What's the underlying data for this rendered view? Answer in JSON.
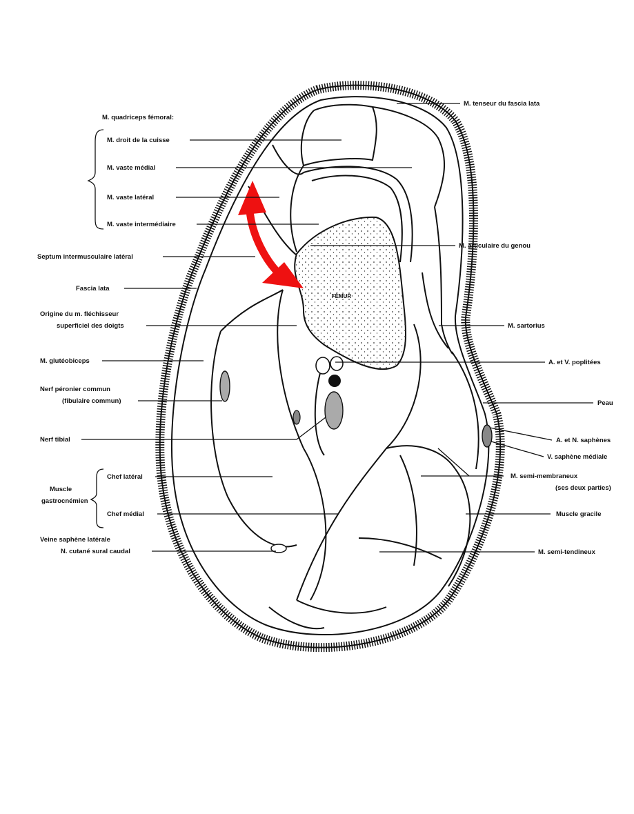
{
  "title": "",
  "labels": {
    "quadriceps_group": "M. quadriceps fémoral:",
    "droit_cuisse": "M. droit de la cuisse",
    "vaste_medial": "M. vaste médial",
    "vaste_lateral": "M. vaste latéral",
    "vaste_intermediaire": "M. vaste intermédiaire",
    "septum": "Septum intermusculaire latéral",
    "fascia_lata": "Fascia lata",
    "origine_line1": "Origine du m. fléchisseur",
    "origine_line2": "superficiel des doigts",
    "glutebiceps": "M. glutéobiceps",
    "peronier_line1": "Nerf péronier commun",
    "peronier_line2": "(fibulaire commun)",
    "nerf_tibial": "Nerf tibial",
    "muscle_gastro_line1": "Muscle",
    "muscle_gastro_line2": "gastrocnémien",
    "chef_lateral": "Chef latéral",
    "chef_medial": "Chef médial",
    "veine_saphene_laterale": "Veine saphène latérale",
    "cutane_sural": "N. cutané sural caudal",
    "tenseur": "M. tenseur du fascia lata",
    "articulaire": "M. articulaire du genou",
    "sartorius": "M. sartorius",
    "poplitees": "A. et V. poplitées",
    "peau": "Peau",
    "saphenes": "A. et N. saphènes",
    "saphene_mediale": "V. saphène médiale",
    "semi_membraneux_line1": "M. semi-membraneux",
    "semi_membraneux_line2": "(ses deux parties)",
    "gracile": "Muscle gracile",
    "semi_tendineux": "M. semi-tendineux",
    "femur": "FÉMUR"
  },
  "colors": {
    "ink": "#111111",
    "fill": "#ebebeb",
    "arrow": "#ee1111",
    "paper": "#ffffff"
  },
  "icons": {
    "arrow": "double-headed-curved-arrow"
  }
}
